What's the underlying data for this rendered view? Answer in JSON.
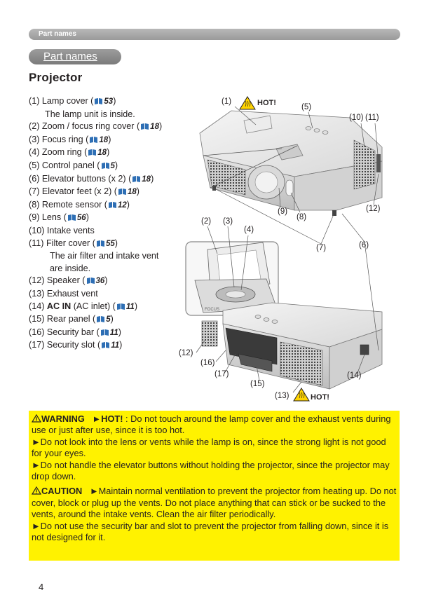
{
  "header": {
    "bar_text": "Part names",
    "section_pill": "Part names",
    "section_title": "Projector"
  },
  "parts": [
    {
      "text": "(1) Lamp cover (",
      "ref": "53",
      "tail": ")"
    },
    {
      "text": "The lamp unit is inside."
    },
    {
      "text": "(2) Zoom / focus ring cover (",
      "ref": "18",
      "tail": ")"
    },
    {
      "text": "(3) Focus ring (",
      "ref": "18",
      "tail": ")"
    },
    {
      "text": "(4) Zoom ring (",
      "ref": "18",
      "tail": ")"
    },
    {
      "text": "(5) Control panel (",
      "ref": "5",
      "tail": ")"
    },
    {
      "text": "(6) Elevator buttons (x 2) (",
      "ref": "18",
      "tail": ")"
    },
    {
      "text": "(7) Elevator feet (x 2) (",
      "ref": "18",
      "tail": ")"
    },
    {
      "text": "(8) Remote sensor (",
      "ref": "12",
      "tail": ")"
    },
    {
      "text": "(9) Lens (",
      "ref": "56",
      "tail": ")"
    },
    {
      "text": "(10) Intake vents"
    },
    {
      "text": "(11) Filter cover (",
      "ref": "55",
      "tail": ")"
    },
    {
      "text": "The air filter and intake vent"
    },
    {
      "text": "are inside."
    },
    {
      "text": "(12) Speaker (",
      "ref": "36",
      "tail": ")"
    },
    {
      "text": "(13) Exhaust vent"
    },
    {
      "text": "(14) ",
      "bold": "AC IN",
      "after_bold": " (AC inlet) (",
      "ref": "11",
      "tail": ")"
    },
    {
      "text": "(15) Rear panel (",
      "ref": "5",
      "tail": ")"
    },
    {
      "text": "(16) Security bar (",
      "ref": "11",
      "tail": ")"
    },
    {
      "text": "(17) Security slot (",
      "ref": "11",
      "tail": ")"
    }
  ],
  "figure": {
    "callouts": {
      "c1": "(1)",
      "c2": "(2)",
      "c3": "(3)",
      "c4": "(4)",
      "c5": "(5)",
      "c6": "(6)",
      "c7": "(7)",
      "c8": "(8)",
      "c9": "(9)",
      "c10": "(10)",
      "c11": "(11)",
      "c12a": "(12)",
      "c12b": "(12)",
      "c13": "(13)",
      "c14": "(14)",
      "c15": "(15)",
      "c16": "(16)",
      "c17": "(17)"
    },
    "hot": "HOT!",
    "lens_cover_marking": "FOCUS"
  },
  "warning": {
    "warning_label": "WARNING",
    "hot_label": "►HOT!",
    "hot_text": " : Do not touch around the lamp cover and the exhaust vents during use or just after use, since it is too hot.",
    "lens_text": "►Do not look into the lens or vents while the lamp is on, since the strong light is not good for your eyes.",
    "elevator_text": "►Do not handle the elevator buttons without holding the projector, since the projector may drop down.",
    "caution_label": "CAUTION",
    "vent_text": "►Maintain normal ventilation to prevent the projector from heating up. Do not cover, block or plug up the vents. Do not place anything that can stick or be sucked to the vents, around the intake vents. Clean the air filter periodically.",
    "security_text": "►Do not use the security bar and slot to prevent the projector from falling down, since it is not designed for it."
  },
  "page_number": "4",
  "colors": {
    "warning_bg": "#fff200",
    "header_gray": "#9a9a9a",
    "hot_yellow": "#ffd400"
  },
  "icons": {
    "manual_reference": "book-icon",
    "hazard": "warning-triangle-icon",
    "hot_surface": "hot-surface-icon"
  }
}
